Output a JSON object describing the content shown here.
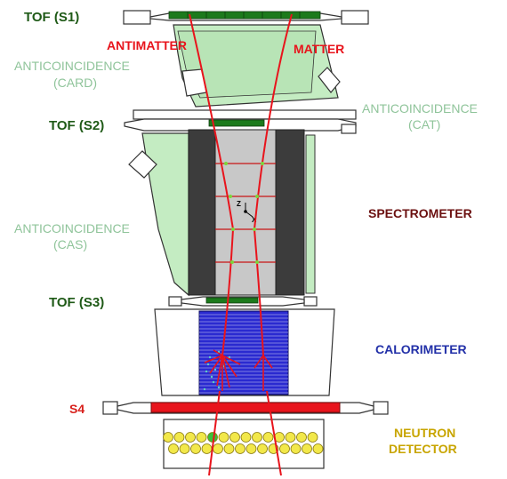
{
  "labels": {
    "tof_s1": "TOF (S1)",
    "antimatter": "ANTIMATTER",
    "matter": "MATTER",
    "card_line1": "ANTICOINCIDENCE",
    "card_line2": "(CARD)",
    "tof_s2": "TOF (S2)",
    "cat_line1": "ANTICOINCIDENCE",
    "cat_line2": "(CAT)",
    "spectrometer": "SPECTROMETER",
    "cas_line1": "ANTICOINCIDENCE",
    "cas_line2": "(CAS)",
    "tof_s3": "TOF (S3)",
    "calorimeter": "CALORIMETER",
    "s4": "S4",
    "neutron_line1": "NEUTRON",
    "neutron_line2": "DETECTOR"
  },
  "axes": {
    "z": "Z",
    "x": "X"
  },
  "colors": {
    "acd_green": "#c4ecc2",
    "magnet_dark": "#3c3c3c",
    "tracker_gray": "#c8c8c8",
    "tof_green": "#1c7a1c",
    "calo_blue": "#2a2ad0",
    "s4_red": "#e8141c",
    "neutron_yellow": "#f2e84a",
    "track_red": "#e8141c"
  }
}
